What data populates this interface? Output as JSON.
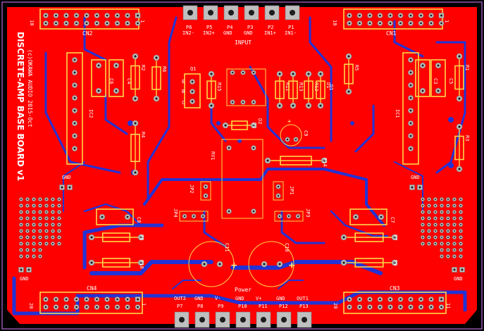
{
  "board": {
    "title": "DISCRETE-AMP BASE BOARD v1",
    "copyright": "(c)OKAWA AUDIO 2015-Oct",
    "colors": {
      "copper": "#ff0000",
      "trace": "#2233d6",
      "silk": "#ffd84a",
      "pad": "#bfbfbf",
      "outline": "#b36bd6",
      "background": "#000000"
    }
  },
  "connectors": {
    "cn1": "CN1",
    "cn2": "CN2",
    "cn3": "CN3",
    "cn4": "CN4",
    "cn1_pin_left": "10",
    "cn1_pin_right": "1",
    "cn2_pin_left": "10",
    "cn2_pin_right": "1",
    "cn3_pin_left": "20",
    "cn3_pin_right": "11",
    "cn4_pin_left": "20",
    "cn4_pin_right": "1"
  },
  "input_header": {
    "title": "INPUT",
    "pins": [
      {
        "ref": "P6",
        "sig": "IN2-"
      },
      {
        "ref": "P5",
        "sig": "IN2+"
      },
      {
        "ref": "P4",
        "sig": "GND"
      },
      {
        "ref": "P3",
        "sig": "GND"
      },
      {
        "ref": "P2",
        "sig": "IN1+"
      },
      {
        "ref": "P1",
        "sig": "IN1-"
      }
    ]
  },
  "power_header": {
    "title": "Power",
    "pins": [
      {
        "ref": "P7",
        "sig": "OUT2"
      },
      {
        "ref": "P8",
        "sig": "GND"
      },
      {
        "ref": "P9",
        "sig": "V-"
      },
      {
        "ref": "P10",
        "sig": "GND"
      },
      {
        "ref": "P11",
        "sig": "V+"
      },
      {
        "ref": "P12",
        "sig": "GND"
      },
      {
        "ref": "P13",
        "sig": "OUT1"
      }
    ]
  },
  "components": {
    "resistors": [
      "R1",
      "R2",
      "R3",
      "R4",
      "R5",
      "R6",
      "R7",
      "R8",
      "R9",
      "R10",
      "R11",
      "R12",
      "R13",
      "R14",
      "R15"
    ],
    "capacitors": [
      "C1",
      "C2",
      "C3",
      "C4",
      "C5",
      "C6",
      "C7",
      "C8",
      "C9",
      "C10",
      "C11"
    ],
    "diodes": [
      "D1",
      "D2"
    ],
    "transistor": "Q1",
    "ic": [
      "IC1",
      "IC2"
    ],
    "jumpers": [
      "JP1",
      "JP2",
      "JP3",
      "JP4"
    ],
    "rv": "RV1",
    "labels": {
      "gnd": "GND",
      "ic1": "IC1",
      "ic2": "IC2",
      "jp1": "JP1",
      "jp2": "JP2",
      "jp3": "JP3",
      "jp4": "JP4",
      "rv1": "RV1",
      "q1": "Q1",
      "d1": "D1",
      "d2": "D2",
      "e": "E",
      "b": "B",
      "c": "C",
      "plus": "+"
    }
  }
}
